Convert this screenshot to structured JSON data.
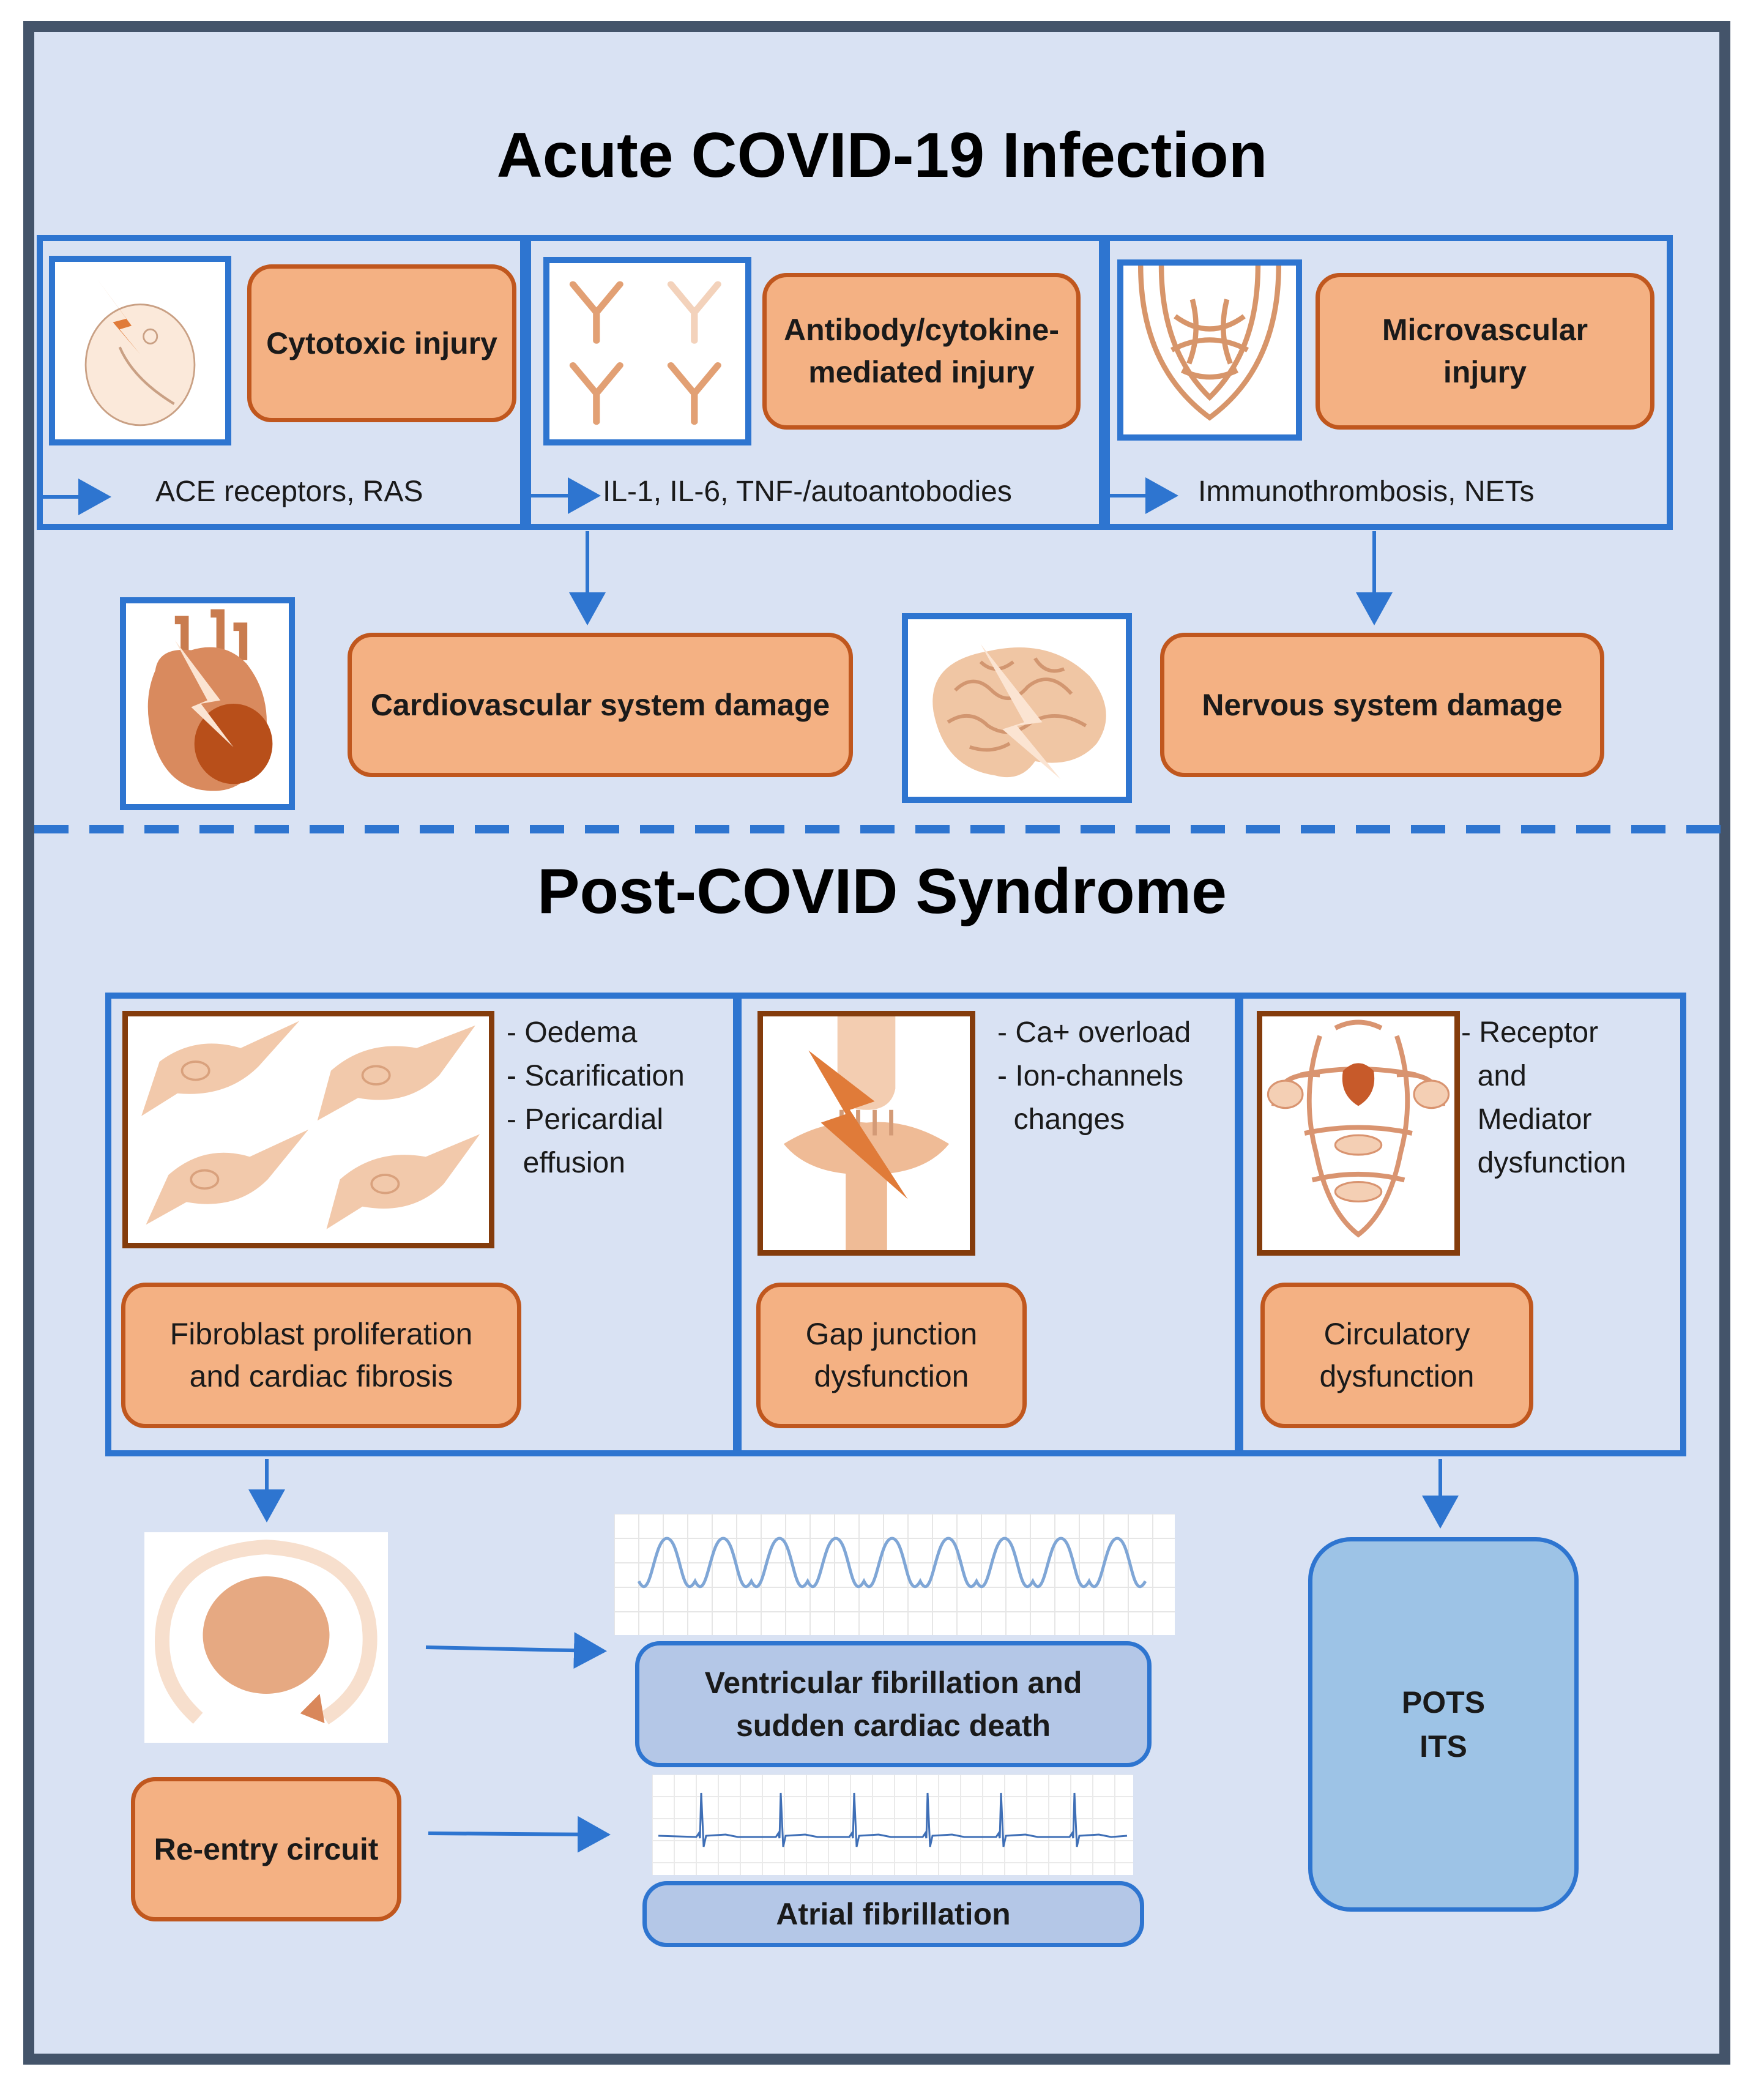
{
  "acute": {
    "title": "Acute COVID-19 Infection",
    "mechanisms": [
      {
        "label": "Cytotoxic injury",
        "pathway": "ACE receptors, RAS",
        "image": "damaged-cell-icon"
      },
      {
        "label": "Antibody/cytokine-\nmediated injury",
        "pathway": "IL-1, IL-6, TNF-/autoantobodies",
        "image": "antibodies-icon"
      },
      {
        "label": "Microvascular\ninjury",
        "pathway": "Immunothrombosis, NETs",
        "image": "microvessels-icon"
      }
    ],
    "damage": [
      {
        "label": "Cardiovascular system damage",
        "image": "heart-icon"
      },
      {
        "label": "Nervous system damage",
        "image": "brain-icon"
      }
    ]
  },
  "post": {
    "title": "Post-COVID Syndrome",
    "panels": [
      {
        "bullets": "- Oedema\n- Scarification\n- Pericardial\n  effusion",
        "label": "Fibroblast proliferation\nand cardiac fibrosis",
        "image": "fibroblasts-icon"
      },
      {
        "bullets": "- Ca+ overload\n- Ion-channels\n  changes",
        "label": "Gap junction\ndysfunction",
        "image": "gap-junction-icon"
      },
      {
        "bullets": "- Receptor\n  and\n  Mediator\n  dysfunction",
        "label": "Circulatory\ndysfunction",
        "image": "circulation-icon"
      }
    ],
    "reentry_label": "Re-entry circuit",
    "vf_label": "Ventricular fibrillation and\nsudden cardiac death",
    "af_label": "Atrial fibrillation",
    "pots_label": "POTS\nITS"
  },
  "colors": {
    "background": "#d9e2f3",
    "frame": "#44546a",
    "box_border": "#2e75d0",
    "orange_fill": "#f4b183",
    "orange_border": "#c0571e",
    "blue_fill": "#b4c7e7",
    "pots_fill": "#9dc3e6"
  }
}
